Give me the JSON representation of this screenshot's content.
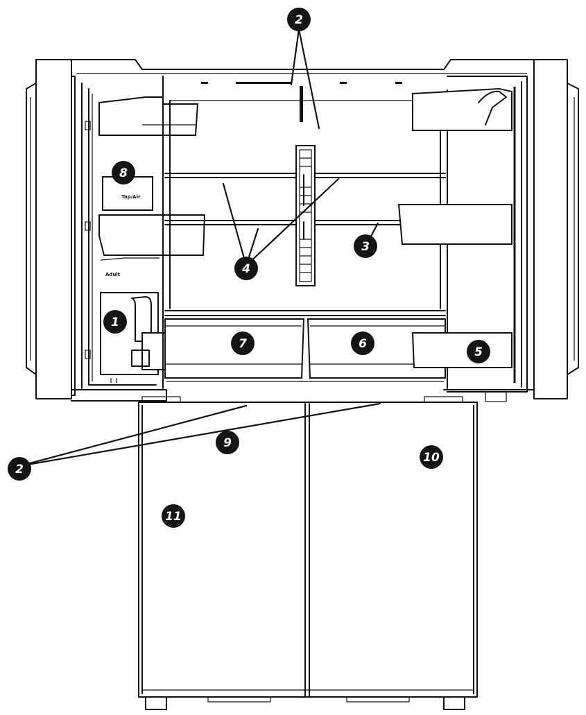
{
  "callouts": [
    {
      "id": "c1",
      "label": "1"
    },
    {
      "id": "c2-top",
      "label": "2"
    },
    {
      "id": "c2-bottom",
      "label": "2"
    },
    {
      "id": "c3",
      "label": "3"
    },
    {
      "id": "c4",
      "label": "4"
    },
    {
      "id": "c5",
      "label": "5"
    },
    {
      "id": "c6",
      "label": "6"
    },
    {
      "id": "c7",
      "label": "7"
    },
    {
      "id": "c8",
      "label": "8"
    },
    {
      "id": "c9",
      "label": "9"
    },
    {
      "id": "c10",
      "label": "10"
    },
    {
      "id": "c11",
      "label": "11"
    }
  ],
  "drawing_labels": {
    "bin_label_a": "Tap/Air",
    "bin_label_b": "Adult"
  }
}
